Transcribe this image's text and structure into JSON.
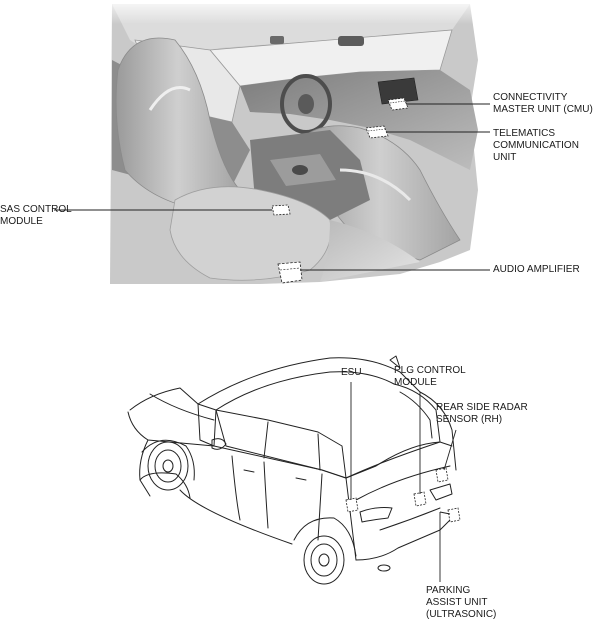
{
  "interior_callouts": {
    "cmu": [
      "CONNECTIVITY",
      "MASTER UNIT (CMU)"
    ],
    "tcu": [
      "TELEMATICS",
      "COMMUNICATION",
      "UNIT"
    ],
    "sas": [
      "SAS CONTROL",
      "MODULE"
    ],
    "amp": [
      "AUDIO AMPLIFIER"
    ]
  },
  "exterior_callouts": {
    "esu": [
      "ESU"
    ],
    "plg": [
      "PLG CONTROL",
      "MODULE"
    ],
    "radar": [
      "REAR SIDE RADAR",
      "SENSOR (RH)"
    ],
    "park": [
      "PARKING",
      "ASSIST UNIT",
      "(ULTRASONIC)"
    ]
  },
  "colors": {
    "line": "#222222",
    "interior_dark": "#6e6e6e",
    "interior_mid": "#a8a8a8",
    "interior_light": "#d6d6d6"
  }
}
